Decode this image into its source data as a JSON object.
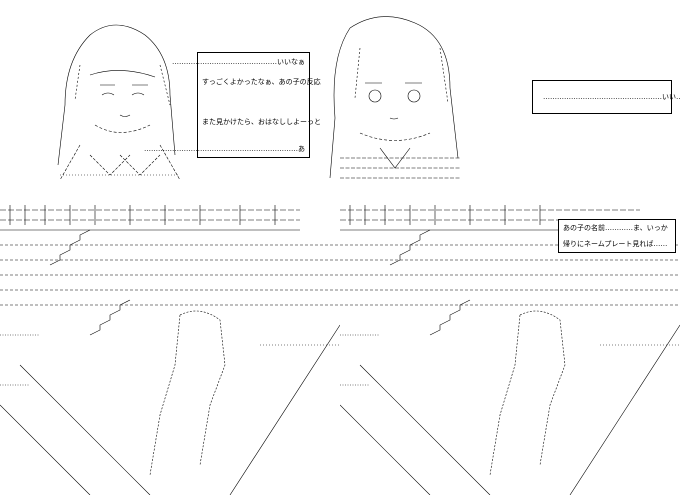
{
  "panels": {
    "top_left": {
      "dialog": {
        "line1": "………………………………………いいなぁ",
        "line2": "すっごくよかったなぁ、あの子の反応",
        "line3": "また見かけたら、おはなししよーっと",
        "line4": "…………………………………………………………あ"
      }
    },
    "top_right": {
      "dialog": {
        "line1": "……………………………………………いい……"
      }
    },
    "bottom_right": {
      "dialog": {
        "line1": "あの子の名前…………ま、いっか",
        "line2": "帰りにネームプレート見れば……"
      }
    }
  },
  "colors": {
    "ink": "#000000",
    "paper": "#ffffff"
  }
}
